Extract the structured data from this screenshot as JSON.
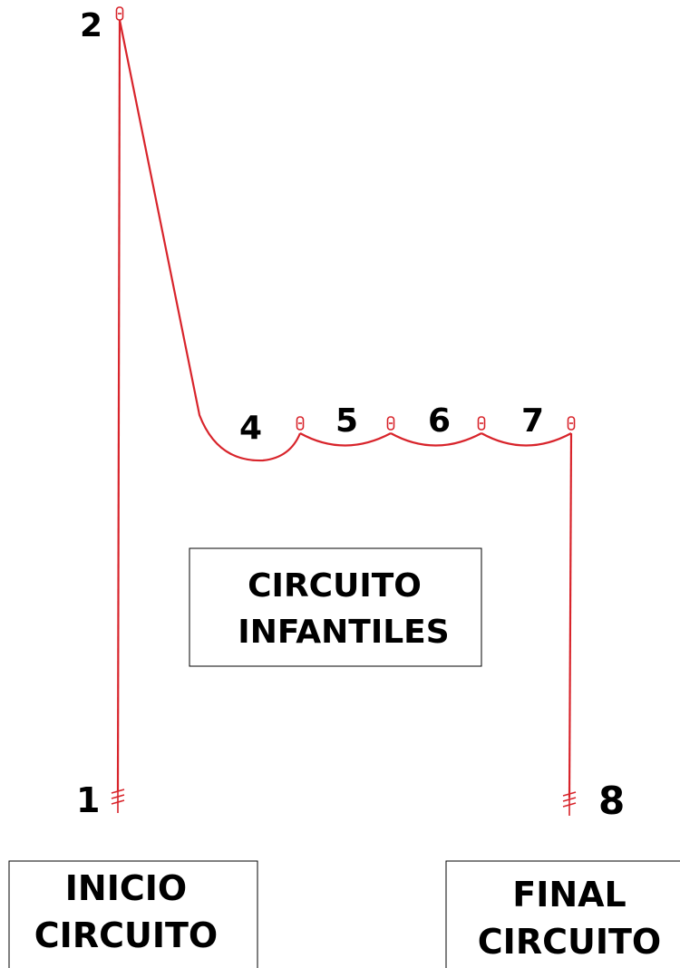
{
  "colors": {
    "route": "#d8242b",
    "text": "#000000",
    "box_border": "#000000",
    "background": "#ffffff"
  },
  "points": {
    "p1": "1",
    "p2": "2",
    "p4": "4",
    "p5": "5",
    "p6": "6",
    "p7": "7",
    "p8": "8"
  },
  "boxes": {
    "center": {
      "line1": "CIRCUITO",
      "line2": "INFANTILES"
    },
    "start": {
      "line1": "INICIO",
      "line2": "CIRCUITO"
    },
    "end": {
      "line1": "FINAL",
      "line2": "CIRCUITO"
    }
  },
  "icons": {
    "bolt": "quickdraw-bolt-icon",
    "anchor": "ground-anchor-icon"
  }
}
